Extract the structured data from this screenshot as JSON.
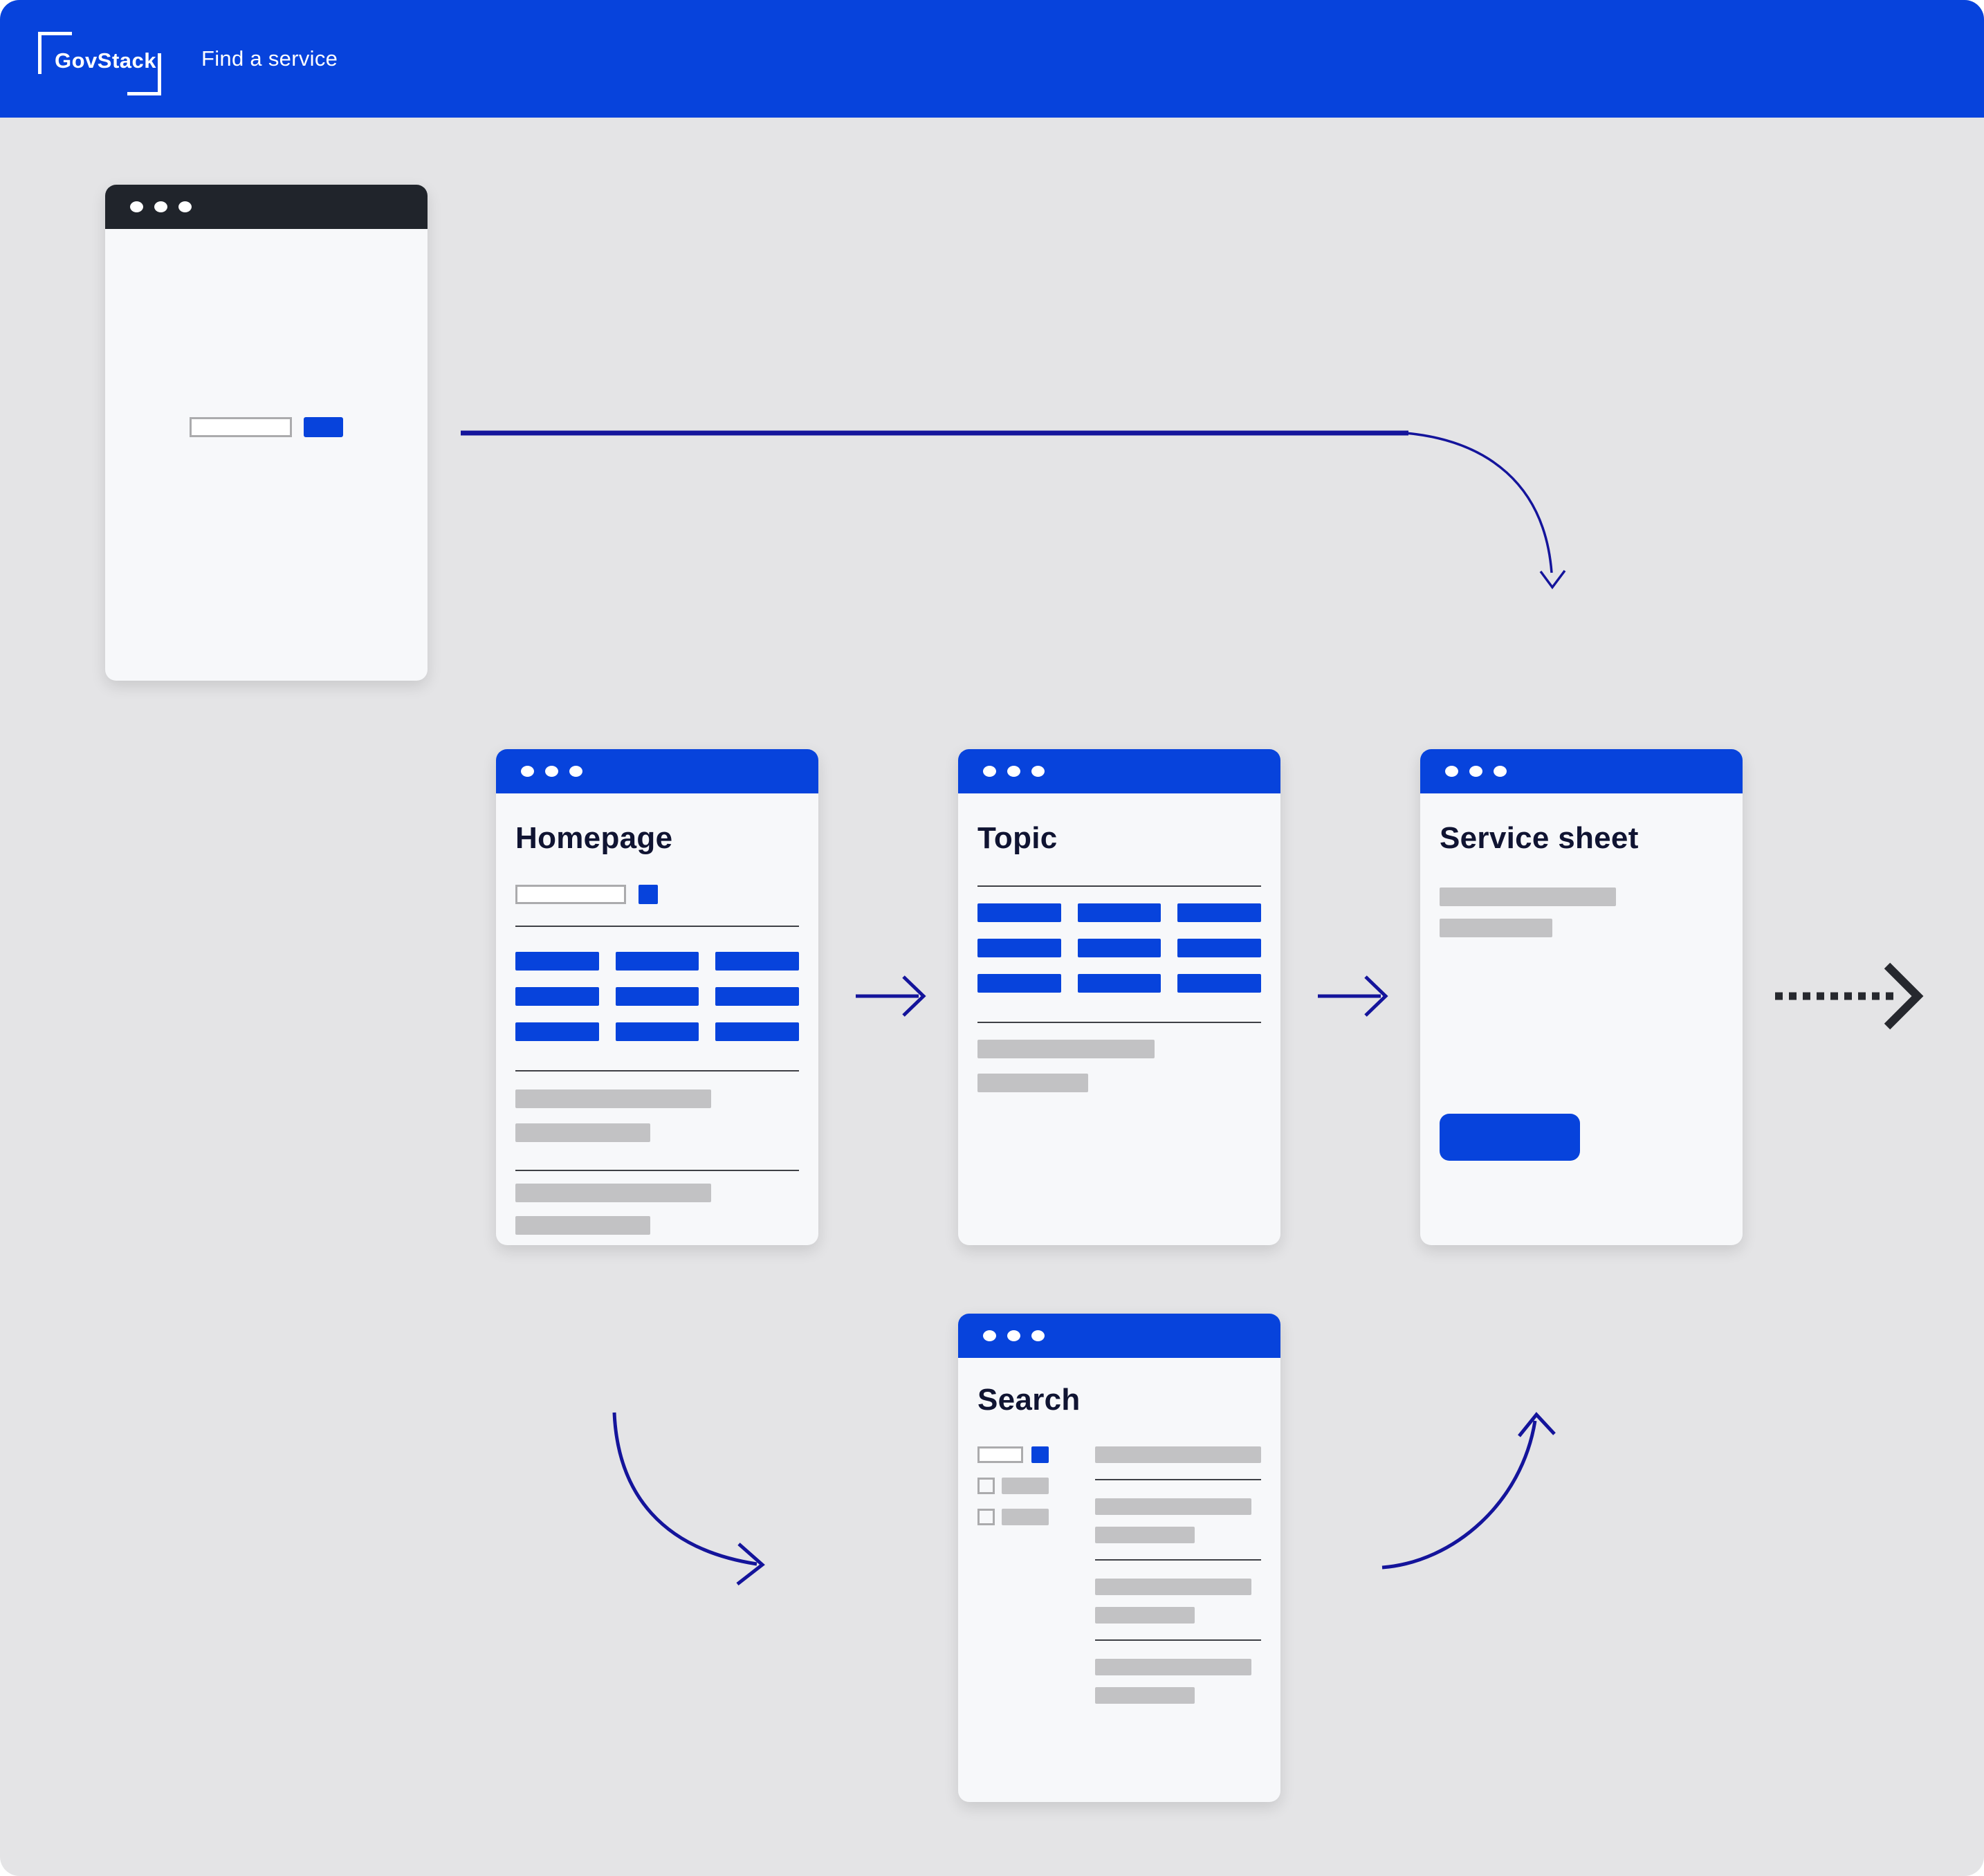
{
  "header": {
    "logo_text": "GovStack",
    "title": "Find a service"
  },
  "windows": {
    "start": {
      "kind": "browser-window",
      "chrome": "dark",
      "elements": [
        "search-input",
        "submit-button"
      ]
    },
    "homepage": {
      "title": "Homepage",
      "grid": {
        "rows": 3,
        "cols": 3
      }
    },
    "topic": {
      "title": "Topic",
      "grid": {
        "rows": 3,
        "cols": 3
      }
    },
    "service_sheet": {
      "title": "Service sheet",
      "elements": [
        "text-lines",
        "cta-button"
      ]
    },
    "search": {
      "title": "Search",
      "elements": [
        "search-input",
        "submit-button",
        "checkbox-filters",
        "result-list"
      ]
    }
  },
  "flow": [
    {
      "from": "start",
      "to": "middle-row",
      "style": "solid-curved-down"
    },
    {
      "from": "homepage",
      "to": "topic",
      "style": "solid-straight"
    },
    {
      "from": "topic",
      "to": "service_sheet",
      "style": "solid-straight"
    },
    {
      "from": "service_sheet",
      "to": "next",
      "style": "dotted-straight"
    },
    {
      "from": "homepage",
      "to": "search",
      "style": "solid-curved-down"
    },
    {
      "from": "search",
      "to": "service_sheet",
      "style": "solid-curved-up"
    }
  ],
  "colors": {
    "brand_blue": "#0743DC",
    "arrow_navy": "#14149B",
    "charcoal": "#26282E",
    "dark_chrome": "#20242B",
    "title_navy": "#101432",
    "background": "#E4E4E6",
    "window_bg": "#F7F8FA",
    "gray_bar": "#C2C2C4",
    "border_gray": "#ABABAD"
  }
}
